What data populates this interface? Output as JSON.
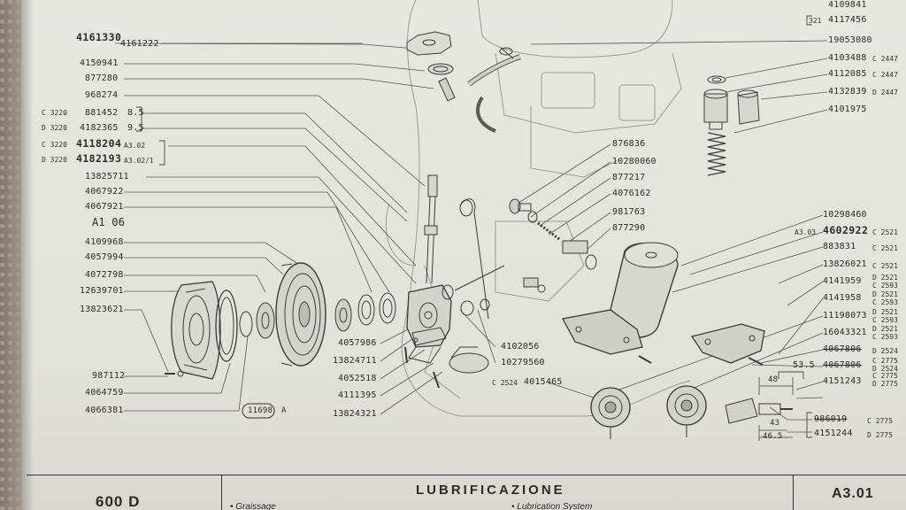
{
  "title_block": {
    "model": "600 D",
    "section": "LUBRIFICAZIONE",
    "page_code": "A3.01",
    "subtitle_fr": "• Graissage",
    "subtitle_en": "• Lubrication System"
  },
  "figure": {
    "ref": "11698",
    "suffix": "A",
    "note": "A1 06"
  },
  "labels": {
    "l_4161330": "4161330",
    "l_4161222": "4161222",
    "l_4150941": "4150941",
    "l_877280": "877280",
    "l_968274": "968274",
    "l_881452": "881452",
    "l_881452_dim": "8.5",
    "l_881452_code": "C 3220",
    "l_4182365": "4182365",
    "l_4182365_dim": "9.5",
    "l_4182365_code": "D 3220",
    "l_4118204": "4118204",
    "l_4118204_ref": "A3.02",
    "l_4118204_code": "C 3220",
    "l_4182193": "4182193",
    "l_4182193_ref": "A3.02/1",
    "l_4182193_code": "D 3220",
    "l_13825711": "13825711",
    "l_4067922": "4067922",
    "l_4067921": "4067921",
    "l_4109968": "4109968",
    "l_4057994": "4057994",
    "l_4072798": "4072798",
    "l_12639701": "12639701",
    "l_13823621": "13823621",
    "l_987112": "987112",
    "l_4064759": "4064759",
    "l_4066381": "4066381",
    "l_4057986": "4057986",
    "l_13824711": "13824711",
    "l_4052518": "4052518",
    "l_4111395": "4111395",
    "l_13824321": "13824321",
    "l_4102056": "4102056",
    "l_10279560": "10279560",
    "l_4015465": "4015465",
    "l_4015465_code": "C 2524",
    "l_876836": "876836",
    "l_10280060": "10280060",
    "l_877217": "877217",
    "l_4076162": "4076162",
    "l_981763": "981763",
    "l_877290": "877290",
    "l_4109841": "4109841",
    "l_4117456": "4117456",
    "l_4117456_qty": "321",
    "l_19053080": "19053080",
    "l_4103488": "4103488",
    "l_4103488_code": "C 2447",
    "l_4112085": "4112085",
    "l_4112085_code": "C 2447",
    "l_4132839": "4132839",
    "l_4132839_code": "D 2447",
    "l_4101975": "4101975",
    "l_10298460": "10298460",
    "l_4602922": "4602922",
    "l_4602922_ref": "A3.03",
    "l_4602922_code": "C 2521",
    "l_883831": "883831",
    "l_883831_code": "C 2521",
    "l_13826021": "13826021",
    "l_13826021_code": "C 2521",
    "l_4141959": "4141959",
    "l_4141959_code_a": "D 2521",
    "l_4141959_code_b": "C 2593",
    "l_4141958": "4141958",
    "l_4141958_code_a": "D 2521",
    "l_4141958_code_b": "C 2593",
    "l_11198073": "11198073",
    "l_11198073_code_a": "D 2521",
    "l_11198073_code_b": "C 2593",
    "l_16043321": "16043321",
    "l_16043321_code_a": "D 2521",
    "l_16043321_code_b": "C 2593",
    "l_4067806a": "4067806",
    "l_4067806a_code": "D 2524",
    "l_4067806b": "4067806",
    "l_4067806b_dim": "53.5",
    "l_4067806b_code_a": "C 2775",
    "l_4067806b_code_b": "D 2524",
    "l_4151243": "4151243",
    "l_4151243_code_a": "C 2775",
    "l_4151243_code_b": "D 2775",
    "dim_48": "48",
    "dim_43": "43",
    "dim_465": "46.5",
    "l_986019": "986019",
    "l_986019_code": "C 2775",
    "l_4151244": "4151244",
    "l_4151244_code": "D 2775"
  }
}
